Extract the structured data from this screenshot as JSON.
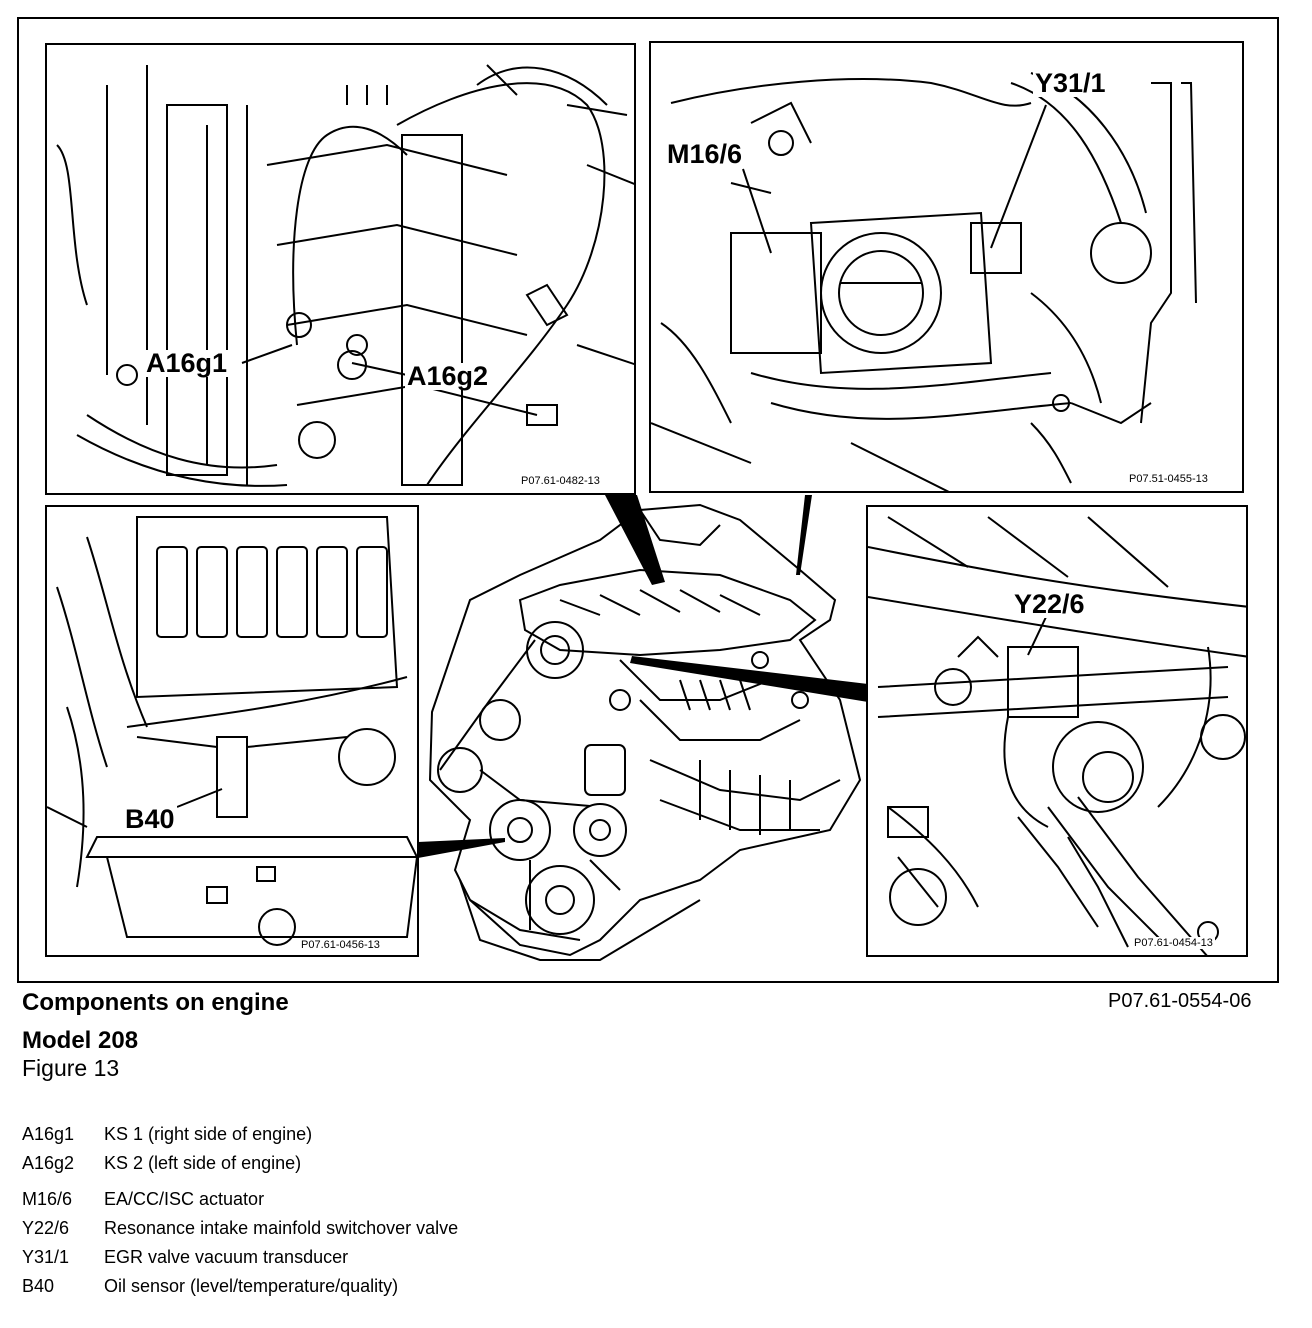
{
  "panels": {
    "top_left": {
      "labels": [
        "A16g1",
        "A16g2"
      ],
      "ref": "P07.61-0482-13"
    },
    "top_right": {
      "labels": [
        "M16/6",
        "Y31/1"
      ],
      "ref": "P07.51-0455-13"
    },
    "bottom_left": {
      "labels": [
        "B40"
      ],
      "ref": "P07.61-0456-13"
    },
    "bottom_right": {
      "labels": [
        "Y22/6"
      ],
      "ref": "P07.61-0454-13"
    }
  },
  "caption": {
    "title": "Components on engine",
    "model": "Model 208",
    "figure": "Figure 13",
    "reference": "P07.61-0554-06"
  },
  "legend": [
    {
      "code": "A16g1",
      "desc": "KS 1 (right side of engine)"
    },
    {
      "code": "A16g2",
      "desc": "KS 2 (left side of engine)"
    },
    {
      "code": "M16/6",
      "desc": "EA/CC/ISC actuator"
    },
    {
      "code": "Y22/6",
      "desc": "Resonance intake mainfold switchover valve"
    },
    {
      "code": "Y31/1",
      "desc": "EGR valve vacuum transducer"
    },
    {
      "code": "B40",
      "desc": "Oil sensor (level/temperature/quality)"
    }
  ]
}
